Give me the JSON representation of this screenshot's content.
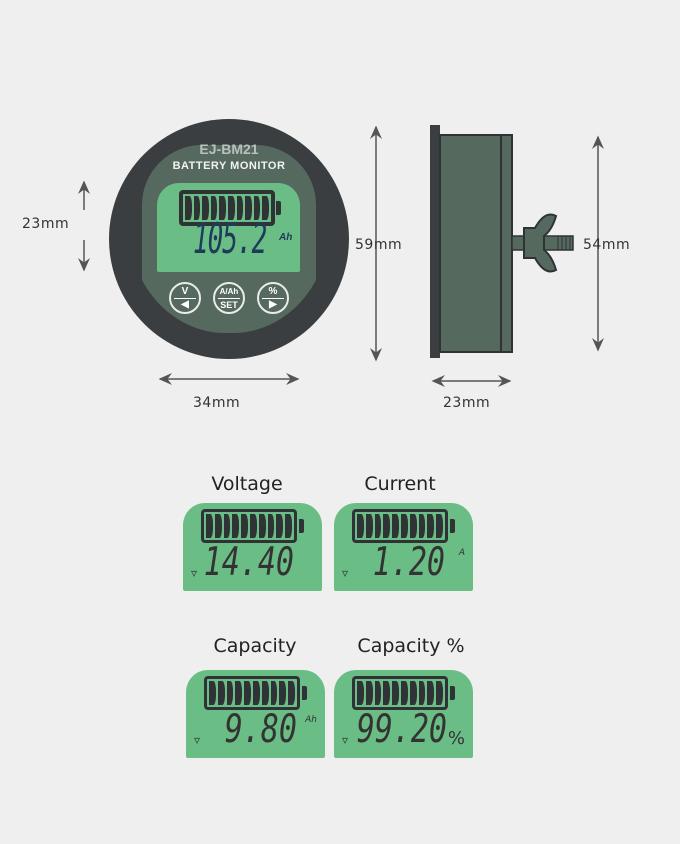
{
  "device": {
    "model": "EJ-BM21",
    "subtitle": "BATTERY MONITOR",
    "reading": "105.2",
    "unit": "Ah",
    "buttons": [
      {
        "top": "V",
        "bottom": "◀"
      },
      {
        "top": "A/Ah",
        "bottom": "SET"
      },
      {
        "top": "%",
        "bottom": "▶"
      }
    ]
  },
  "dimensions": {
    "screen_height": "23mm",
    "front_width": "34mm",
    "diameter": "59mm",
    "side_depth": "23mm",
    "side_height": "54mm"
  },
  "modes": [
    {
      "label": "Voltage",
      "value": "14.40",
      "unit": ""
    },
    {
      "label": "Current",
      "value": "1.20",
      "unit": "A"
    },
    {
      "label": "Capacity",
      "value": "9.80",
      "unit": "Ah"
    },
    {
      "label": "Capacity %",
      "value": "99.20",
      "unit": "%"
    }
  ],
  "colors": {
    "lcd": "#6bbd86",
    "bezel": "#3b3e40",
    "face": "#55695f",
    "digit": "#1f3b5a"
  }
}
